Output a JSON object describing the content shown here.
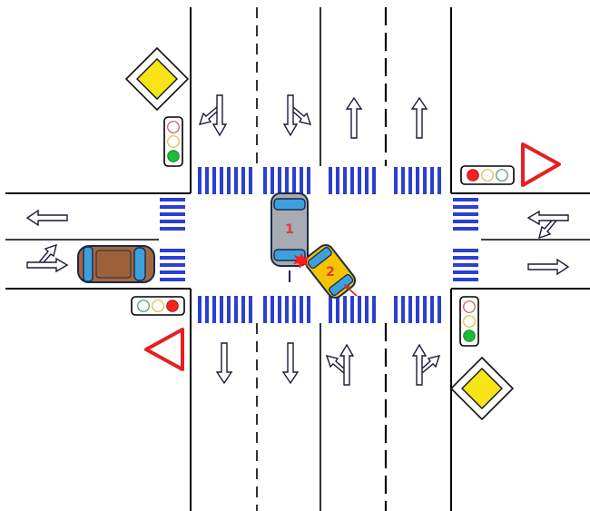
{
  "vehicles": [
    {
      "id": "car-1",
      "number": "1",
      "body_color": "#a7abb3",
      "number_color": "#e53935"
    },
    {
      "id": "car-2",
      "number": "2",
      "body_color": "#f5c400",
      "number_color": "#e53935"
    },
    {
      "id": "car-parked",
      "number": "",
      "body_color": "#a5673f"
    }
  ],
  "colors": {
    "road_line": "#000000",
    "crosswalk": "#2b3fd1",
    "arrow_stroke": "#1a1a3a",
    "yield_sign": "#e52020",
    "priority_sign_fill": "#f7e416",
    "collision": "#ff1a1a",
    "car_window": "#3da0dd",
    "light_red": "#ff1f1f",
    "light_yellow": "#ffea3d",
    "light_green": "#1bbd3a"
  },
  "signs": {
    "priority_road": "priority-road-sign",
    "yield": "yield-sign",
    "traffic_light": "traffic-light"
  }
}
